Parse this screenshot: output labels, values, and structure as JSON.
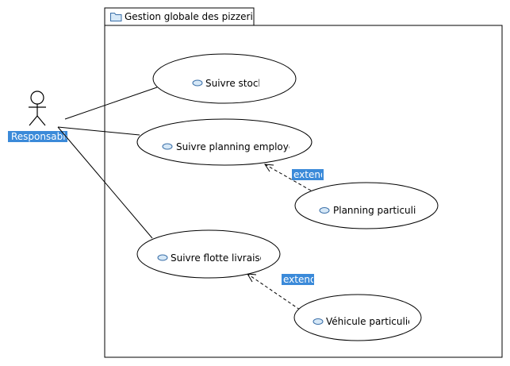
{
  "diagram": {
    "system": {
      "title": "Gestion globale des pizzeria"
    },
    "actor": {
      "label": "Responsable"
    },
    "use_cases": {
      "stock": "Suivre stock",
      "planning": "Suivre planning employés",
      "planning_particulier": "Planning particulier",
      "flotte": "Suivre flotte livraison",
      "vehicule_particulier": "Véhicule particulier"
    },
    "extend_label_1": "extend",
    "extend_label_2": "extend"
  },
  "colors": {
    "tag_background": "#3b8ad9",
    "tag_text": "#ffffff",
    "icon_fill": "#d6e8f7",
    "icon_stroke": "#3a6fa8"
  }
}
